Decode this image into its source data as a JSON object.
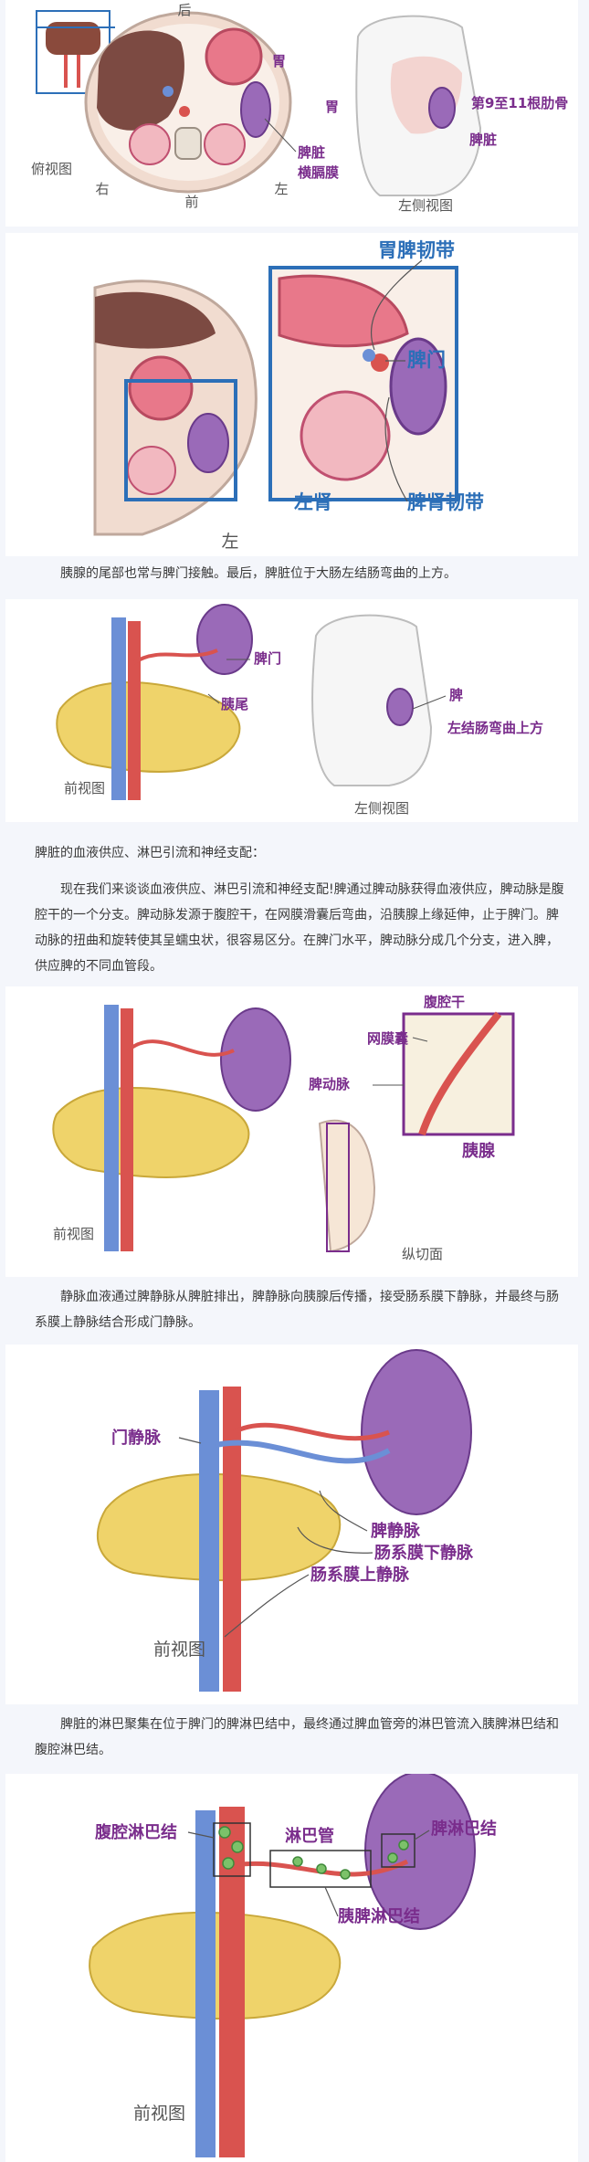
{
  "fig1": {
    "top": "后",
    "right": "右",
    "left": "左",
    "front": "前",
    "view_top": "俯视图",
    "stomach": "胃",
    "spleen": "脾脏",
    "diaphragm": "横膈膜",
    "side_stomach": "胃",
    "ribs": "第9至11根肋骨",
    "side_spleen": "脾脏",
    "side_view": "左侧视图"
  },
  "fig2": {
    "gastrosplenic": "胃脾韧带",
    "hilum": "脾门",
    "left_kidney": "左肾",
    "splenorenal": "脾肾韧带",
    "left": "左"
  },
  "p1": "胰腺的尾部也常与脾门接触。最后，脾脏位于大肠左结肠弯曲的上方。",
  "fig3": {
    "hilum": "脾门",
    "tail": "胰尾",
    "front_view": "前视图",
    "spleen": "脾",
    "flexure": "左结肠弯曲上方",
    "side_view": "左侧视图"
  },
  "p2": "脾脏的血液供应、淋巴引流和神经支配：",
  "p3": "现在我们来谈谈血液供应、淋巴引流和神经支配!脾通过脾动脉获得血液供应，脾动脉是腹腔干的一个分支。脾动脉发源于腹腔干，在网膜滑囊后弯曲，沿胰腺上缘延伸，止于脾门。脾动脉的扭曲和旋转使其呈蠕虫状，很容易区分。在脾门水平，脾动脉分成几个分支，进入脾，供应脾的不同血管段。",
  "fig4": {
    "celiac": "腹腔干",
    "omental": "网膜囊",
    "artery": "脾动脉",
    "pancreas": "胰腺",
    "front_view": "前视图",
    "sagittal": "纵切面"
  },
  "p4": "静脉血液通过脾静脉从脾脏排出，脾静脉向胰腺后传播，接受肠系膜下静脉，并最终与肠系膜上静脉结合形成门静脉。",
  "fig5": {
    "portal": "门静脉",
    "splenic_vein": "脾静脉",
    "imv": "肠系膜下静脉",
    "smv": "肠系膜上静脉",
    "front_view": "前视图"
  },
  "p5": "脾脏的淋巴聚集在位于脾门的脾淋巴结中，最终通过脾血管旁的淋巴管流入胰脾淋巴结和腹腔淋巴结。",
  "fig6": {
    "celiac_nodes": "腹腔淋巴结",
    "vessels": "淋巴管",
    "splenic_nodes": "脾淋巴结",
    "pancreaticosplenic": "胰脾淋巴结",
    "front_view": "前视图"
  },
  "colors": {
    "artery": "#d9534f",
    "vein": "#6b8fd6",
    "spleen": "#8e5ca8",
    "pancreas": "#efd36a",
    "label_purple": "#7a2d8c",
    "label_blue": "#2c6fb8",
    "lymph": "#7cc26a"
  }
}
